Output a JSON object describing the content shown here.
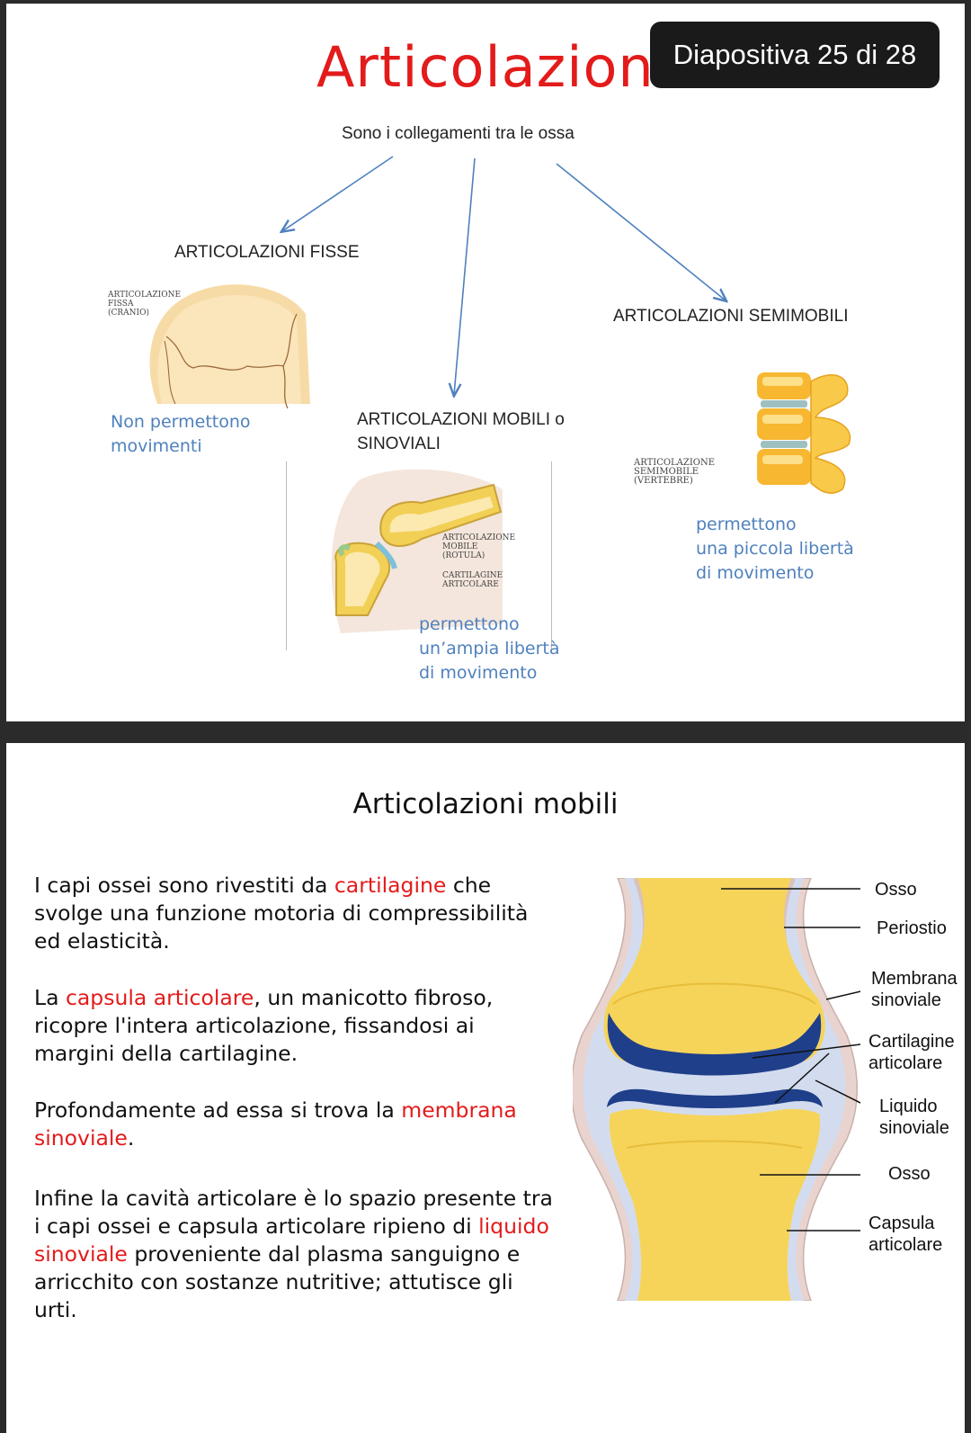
{
  "slide1": {
    "title": "Articolazion",
    "badge": "Diapositiva 25 di 28",
    "subtitle": "Sono i collegamenti tra le ossa",
    "fisse": {
      "heading": "ARTICOLAZIONI FISSE",
      "img_label": [
        "ARTICOLAZIONE",
        "FISSA",
        "(CRANIO)"
      ],
      "desc": [
        "Non permettono",
        "movimenti"
      ]
    },
    "mobili": {
      "heading": [
        "ARTICOLAZIONI MOBILI o",
        "SINOVIALI"
      ],
      "img_label1": [
        "ARTICOLAZIONE",
        "MOBILE",
        "(ROTULA)"
      ],
      "img_label2": [
        "CARTILAGINE",
        "ARTICOLARE"
      ],
      "desc": [
        "permettono",
        "un’ampia libertà",
        "di movimento"
      ]
    },
    "semimobili": {
      "heading": "ARTICOLAZIONI SEMIMOBILI",
      "img_label": [
        "ARTICOLAZIONE",
        "SEMIMOBILE",
        "(VERTEBRE)"
      ],
      "desc": [
        "permettono",
        "una piccola libertà",
        "di movimento"
      ]
    }
  },
  "slide2": {
    "title": "Articolazioni mobili",
    "p1": {
      "a": "I capi ossei sono rivestiti da ",
      "hl": "cartilagine",
      "b": " che svolge una funzione motoria di compressibilità ed elasticità."
    },
    "p2": {
      "a": "La ",
      "hl": "capsula articolare",
      "b": ", un manicotto fibroso, ricopre l'intera articolazione, fissandosi ai margini della cartilagine."
    },
    "p3": {
      "a": "Profondamente ad essa si trova la ",
      "hl": "membrana sinoviale",
      "b": "."
    },
    "p4": {
      "a": "Infine la cavità articolare è lo spazio presente tra i capi ossei e capsula articolare ripieno di ",
      "hl": "liquido sinoviale",
      "b": " proveniente dal plasma sanguigno e arricchito con sostanze nutritive; attutisce gli urti."
    },
    "labels": {
      "osso1": "Osso",
      "periostio": "Periostio",
      "membrana": [
        "Membrana",
        "sinoviale"
      ],
      "cartilagine": [
        "Cartilagine",
        "articolare"
      ],
      "liquido": [
        "Liquido",
        "sinoviale"
      ],
      "osso2": "Osso",
      "capsula": [
        "Capsula",
        "articolare"
      ]
    }
  },
  "colors": {
    "accent_red": "#e31b1b",
    "blue_text": "#4f81bd",
    "bone": "#f6d45a",
    "synovial": "#1f3f8a"
  }
}
